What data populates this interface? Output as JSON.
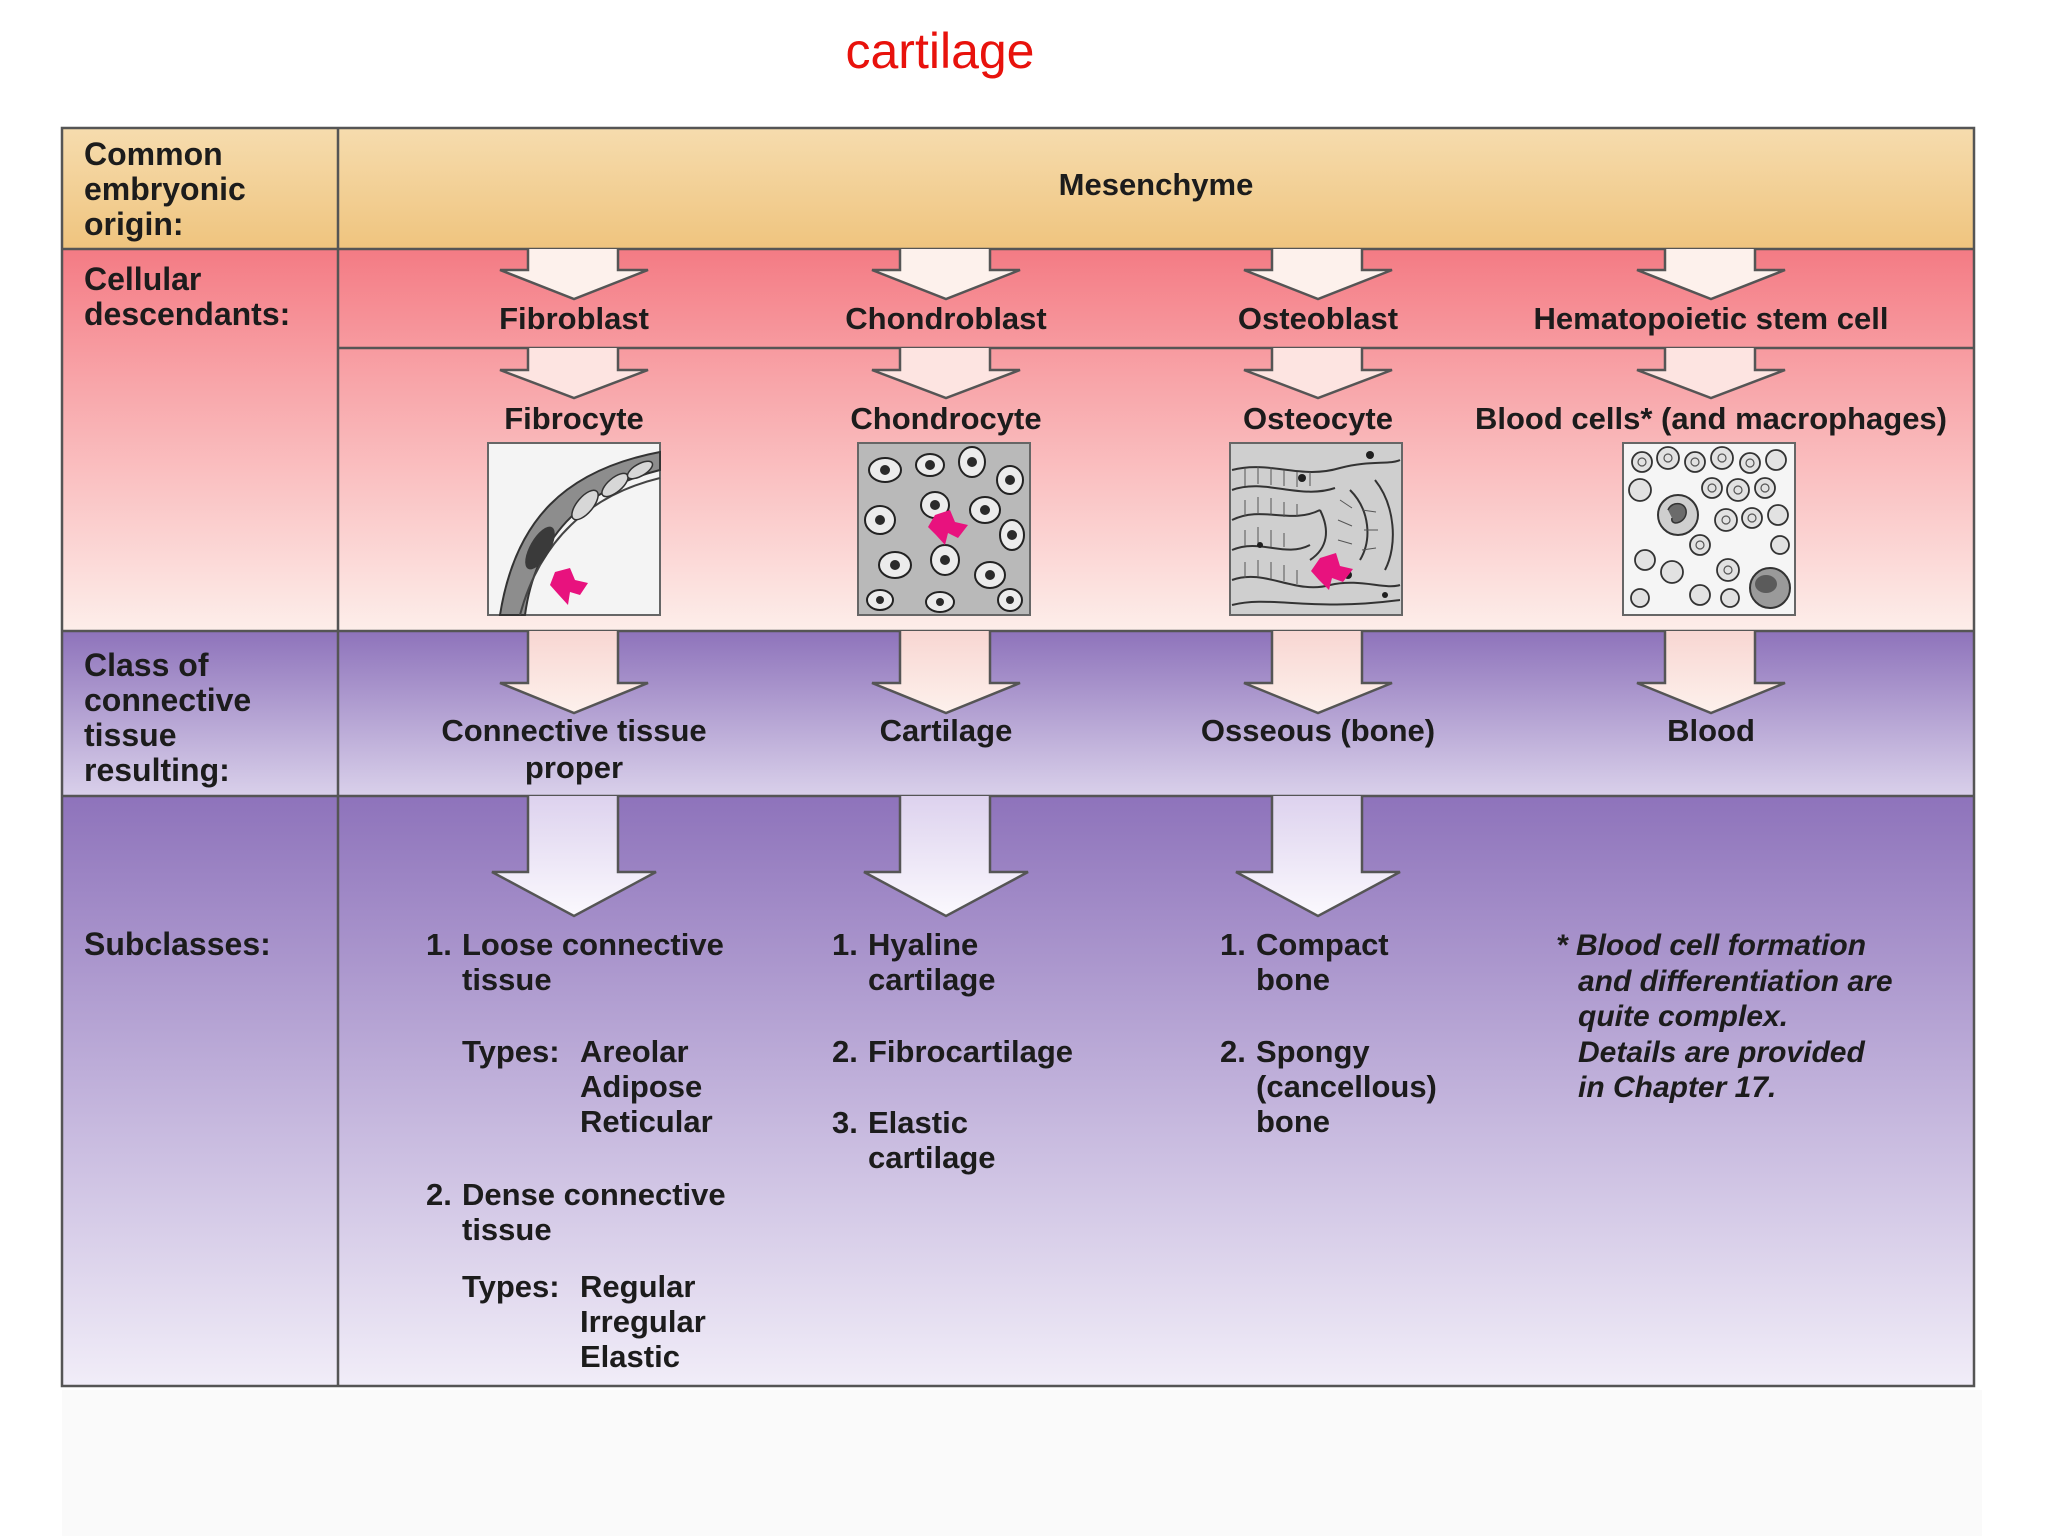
{
  "title": "cartilage",
  "row_labels": {
    "origin": [
      "Common",
      "embryonic",
      "origin:"
    ],
    "descendants": [
      "Cellular",
      "descendants:"
    ],
    "class": [
      "Class of",
      "connective",
      "tissue",
      "resulting:"
    ],
    "subclasses": "Subclasses:"
  },
  "origin": "Mesenchyme",
  "columns": [
    {
      "blast": "Fibroblast",
      "cyte": "Fibrocyte",
      "class_lines": [
        "Connective tissue",
        "proper"
      ]
    },
    {
      "blast": "Chondroblast",
      "cyte": "Chondrocyte",
      "class_lines": [
        "Cartilage"
      ]
    },
    {
      "blast": "Osteoblast",
      "cyte": "Osteocyte",
      "class_lines": [
        "Osseous (bone)"
      ]
    },
    {
      "blast": "Hematopoietic stem cell",
      "cyte": "Blood cells* (and macrophages)",
      "class_lines": [
        "Blood"
      ]
    }
  ],
  "subclasses": {
    "ctp": {
      "items": [
        {
          "num": "1.",
          "lines": [
            "Loose connective",
            "tissue"
          ],
          "types_label": "Types:",
          "types": [
            "Areolar",
            "Adipose",
            "Reticular"
          ]
        },
        {
          "num": "2.",
          "lines": [
            "Dense connective",
            "tissue"
          ],
          "types_label": "Types:",
          "types": [
            "Regular",
            "Irregular",
            "Elastic"
          ]
        }
      ]
    },
    "cartilage": [
      {
        "num": "1.",
        "lines": [
          "Hyaline",
          "cartilage"
        ]
      },
      {
        "num": "2.",
        "lines": [
          "Fibrocartilage"
        ]
      },
      {
        "num": "3.",
        "lines": [
          "Elastic",
          "cartilage"
        ]
      }
    ],
    "bone": [
      {
        "num": "1.",
        "lines": [
          "Compact",
          "bone"
        ]
      },
      {
        "num": "2.",
        "lines": [
          "Spongy",
          "(cancellous)",
          "bone"
        ]
      }
    ]
  },
  "footnote": [
    "* Blood cell formation",
    "and differentiation are",
    "quite complex.",
    "Details are provided",
    "in Chapter 17."
  ],
  "colors": {
    "title": "#e8120c",
    "origin_band": "#efc47e",
    "descendant_band": "#f47b84",
    "class_band": "#8e73bb",
    "pointer": "#e8127e"
  },
  "icons": [
    "fibrocyte-micrograph",
    "chondrocyte-micrograph",
    "osteocyte-micrograph",
    "blood-cells-micrograph"
  ]
}
